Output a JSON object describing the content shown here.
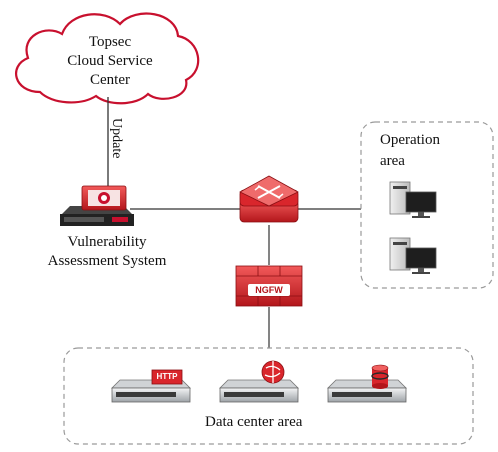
{
  "cloud": {
    "line1": "Topsec",
    "line2": "Cloud  Service",
    "line3": "Center"
  },
  "arrow_label": "Update",
  "vas": {
    "line1": "Vulnerability",
    "line2": "Assessment System"
  },
  "ngfw_badge": "NGFW",
  "http_badge": "HTTP",
  "operation_area": {
    "line1": "Operation",
    "line2": "area"
  },
  "data_center_area": "Data center area",
  "colors": {
    "cloud_outline": "#c8102e",
    "device_red": "#d9262c",
    "server_gray": "#8a8f96",
    "line": "#333333",
    "dash": "#9a9a9a"
  }
}
